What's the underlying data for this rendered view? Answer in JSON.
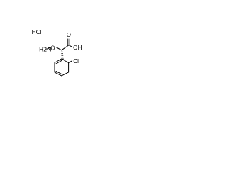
{
  "image": {
    "kind": "chemical structure drawing",
    "background_color": "#ffffff",
    "line_color": "#000000"
  },
  "labels": {
    "salt": "HCl",
    "aminooxy": "H2N",
    "ether_oxygen": "O",
    "carbonyl_oxygen": "O",
    "hydroxyl": "OH",
    "chloro": "Cl"
  }
}
